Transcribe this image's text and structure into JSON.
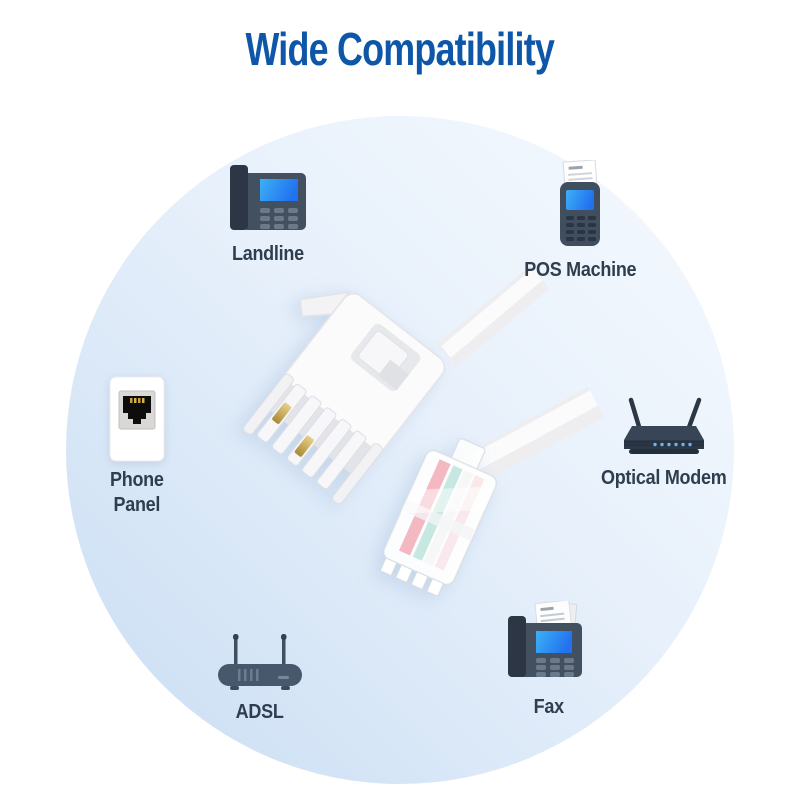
{
  "title": "Wide Compatibility",
  "colors": {
    "title_blue": "#0e57a8",
    "label_dark": "#2f3e4f",
    "disc_light": "#f6fafe",
    "disc_dark": "#c8ddf3",
    "icon_slate": "#42505f",
    "screen_gradient": [
      "#3cb0f6",
      "#2272ef"
    ],
    "gold_contact": "#c9a23a",
    "wire_red": "#e97186",
    "wire_teal": "#8ed1c3"
  },
  "items": [
    {
      "id": "landline",
      "label": "Landline",
      "icon": "landline-phone-icon"
    },
    {
      "id": "pos-machine",
      "label": "POS Machine",
      "icon": "pos-terminal-icon"
    },
    {
      "id": "phone-panel",
      "label": "Phone\nPanel",
      "icon": "phone-wall-jack-icon"
    },
    {
      "id": "optical-modem",
      "label": "Optical Modem",
      "icon": "wifi-router-icon"
    },
    {
      "id": "adsl",
      "label": "ADSL",
      "icon": "adsl-modem-icon"
    },
    {
      "id": "fax",
      "label": "Fax",
      "icon": "fax-machine-icon"
    }
  ],
  "center": {
    "connector_icons": [
      "bt-plug-icon",
      "rj11-connector-icon",
      "white-cable"
    ]
  }
}
